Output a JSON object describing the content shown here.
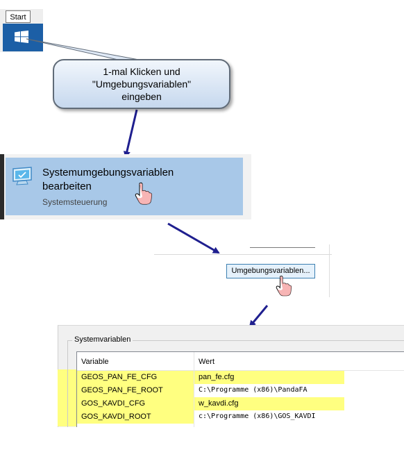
{
  "start": {
    "tooltip": "Start"
  },
  "callout": {
    "text": "1-mal Klicken und\n\"Umgebungsvariablen\"\neingeben"
  },
  "search_result": {
    "title": "Systemumgebungsvariablen bearbeiten",
    "subtitle": "Systemsteuerung"
  },
  "dialog": {
    "env_button_label": "Umgebungsvariablen..."
  },
  "system_variables": {
    "group_label": "Systemvariablen",
    "columns": [
      "Variable",
      "Wert"
    ],
    "rows": [
      {
        "variable": "GEOS_PAN_FE_CFG",
        "value": "pan_fe.cfg"
      },
      {
        "variable": "GEOS_PAN_FE_ROOT",
        "value": "C:\\Programme (x86)\\PandaFA"
      },
      {
        "variable": "GOS_KAVDI_CFG",
        "value": "w_kavdi.cfg"
      },
      {
        "variable": "GOS_KAVDI_ROOT",
        "value": "c:\\Programme (x86)\\GOS_KAVDI"
      }
    ]
  },
  "colors": {
    "start_tile": "#1c5fa6",
    "search_highlight": "#a8c8e8",
    "row_highlight": "#ffff80",
    "arrow": "#1f1f8f"
  }
}
